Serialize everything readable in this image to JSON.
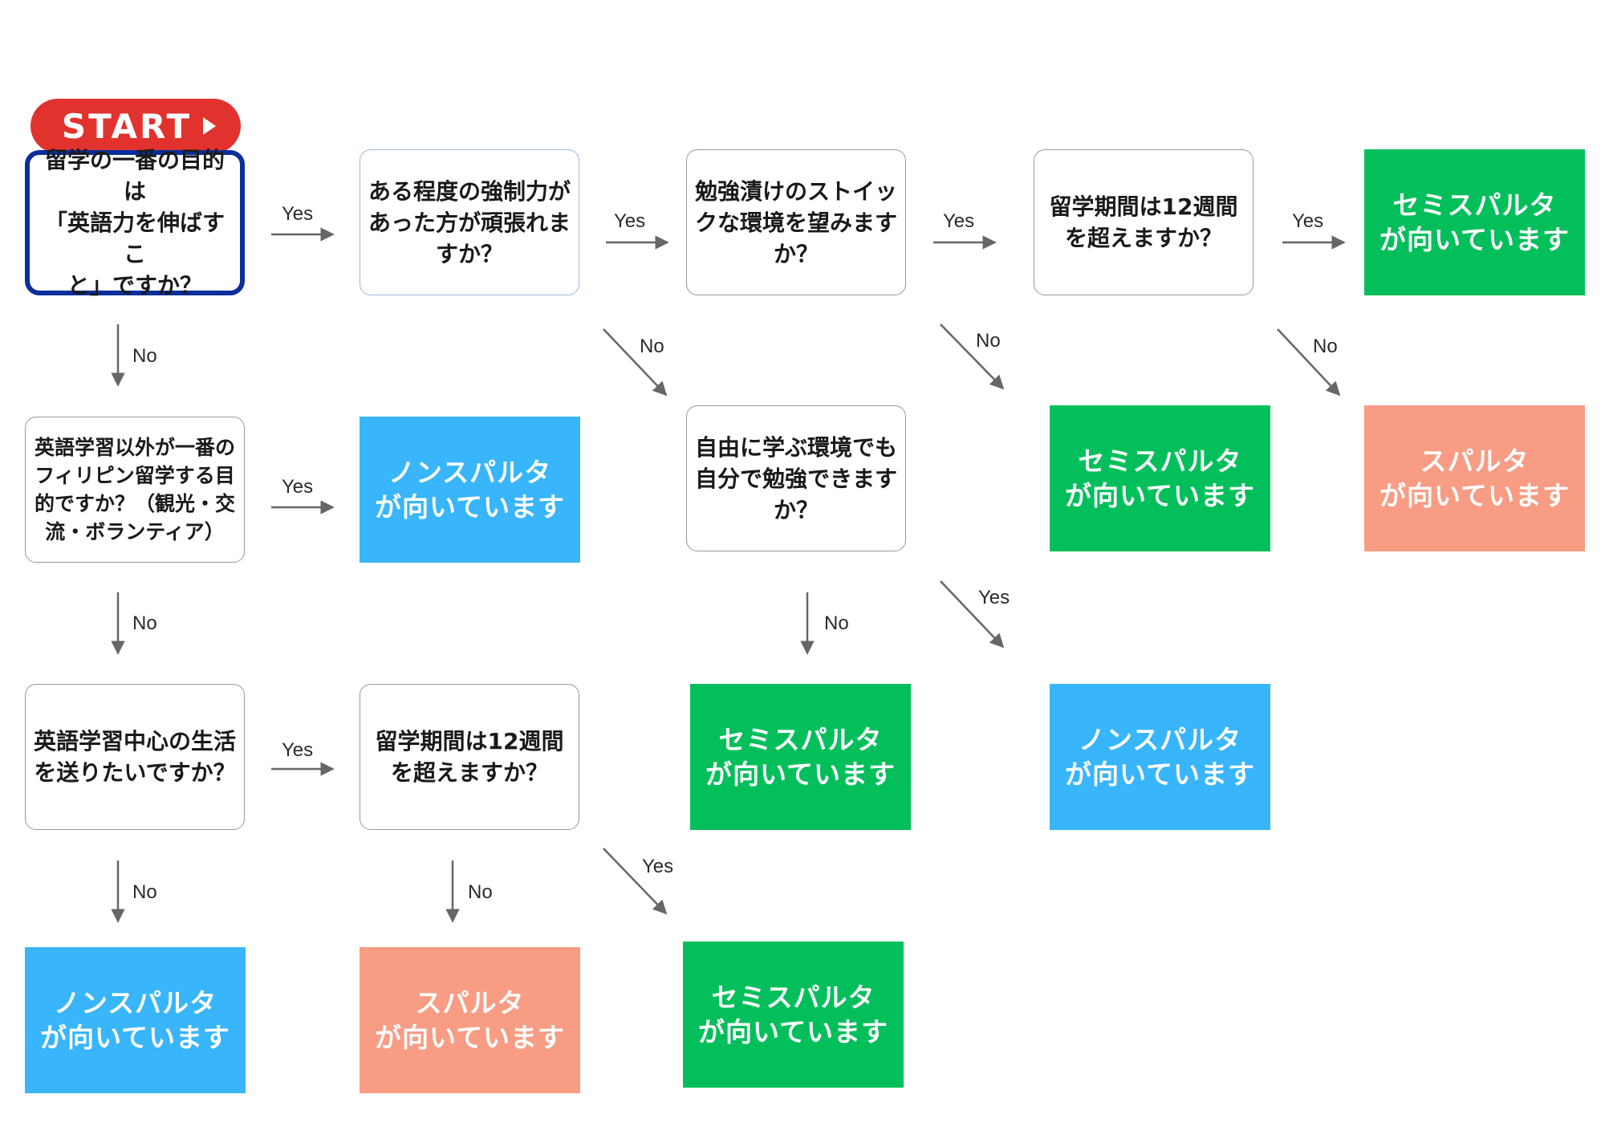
{
  "colors": {
    "green": "#03bf5b",
    "blue": "#38b5fb",
    "salmon": "#f89c84",
    "start_red": "#e1322e",
    "start_border": "#0a2f9a",
    "arrow": "#666666"
  },
  "start": {
    "label": "START",
    "icon": "play-triangle-icon"
  },
  "questions": {
    "q_purpose": "留学の一番の目的は\n「英語力を伸ばすこ\nと」ですか？",
    "q_enforcement": "ある程度の強制力が\nあった方が頑張れま\nすか？",
    "q_stoic": "勉強漬けのストイッ\nクな環境を望みます\nか？",
    "q_12weeks_top": "留学期間は12週間\nを超えますか？",
    "q_other_purpose": "英語学習以外が一番の\nフィリピン留学する目\n的ですか？（観光・交\n流・ボランティア）",
    "q_self_study": "自由に学ぶ環境でも\n自分で勉強できます\nか？",
    "q_english_life": "英語学習中心の生活\nを送りたいですか？",
    "q_12weeks_bottom": "留学期間は12週間\nを超えますか？"
  },
  "results": {
    "semi": "セミスパルタ\nが向いています",
    "non": "ノンスパルタ\nが向いています",
    "sparta": "スパルタ\nが向いています"
  },
  "labels": {
    "yes": "Yes",
    "no": "No"
  }
}
